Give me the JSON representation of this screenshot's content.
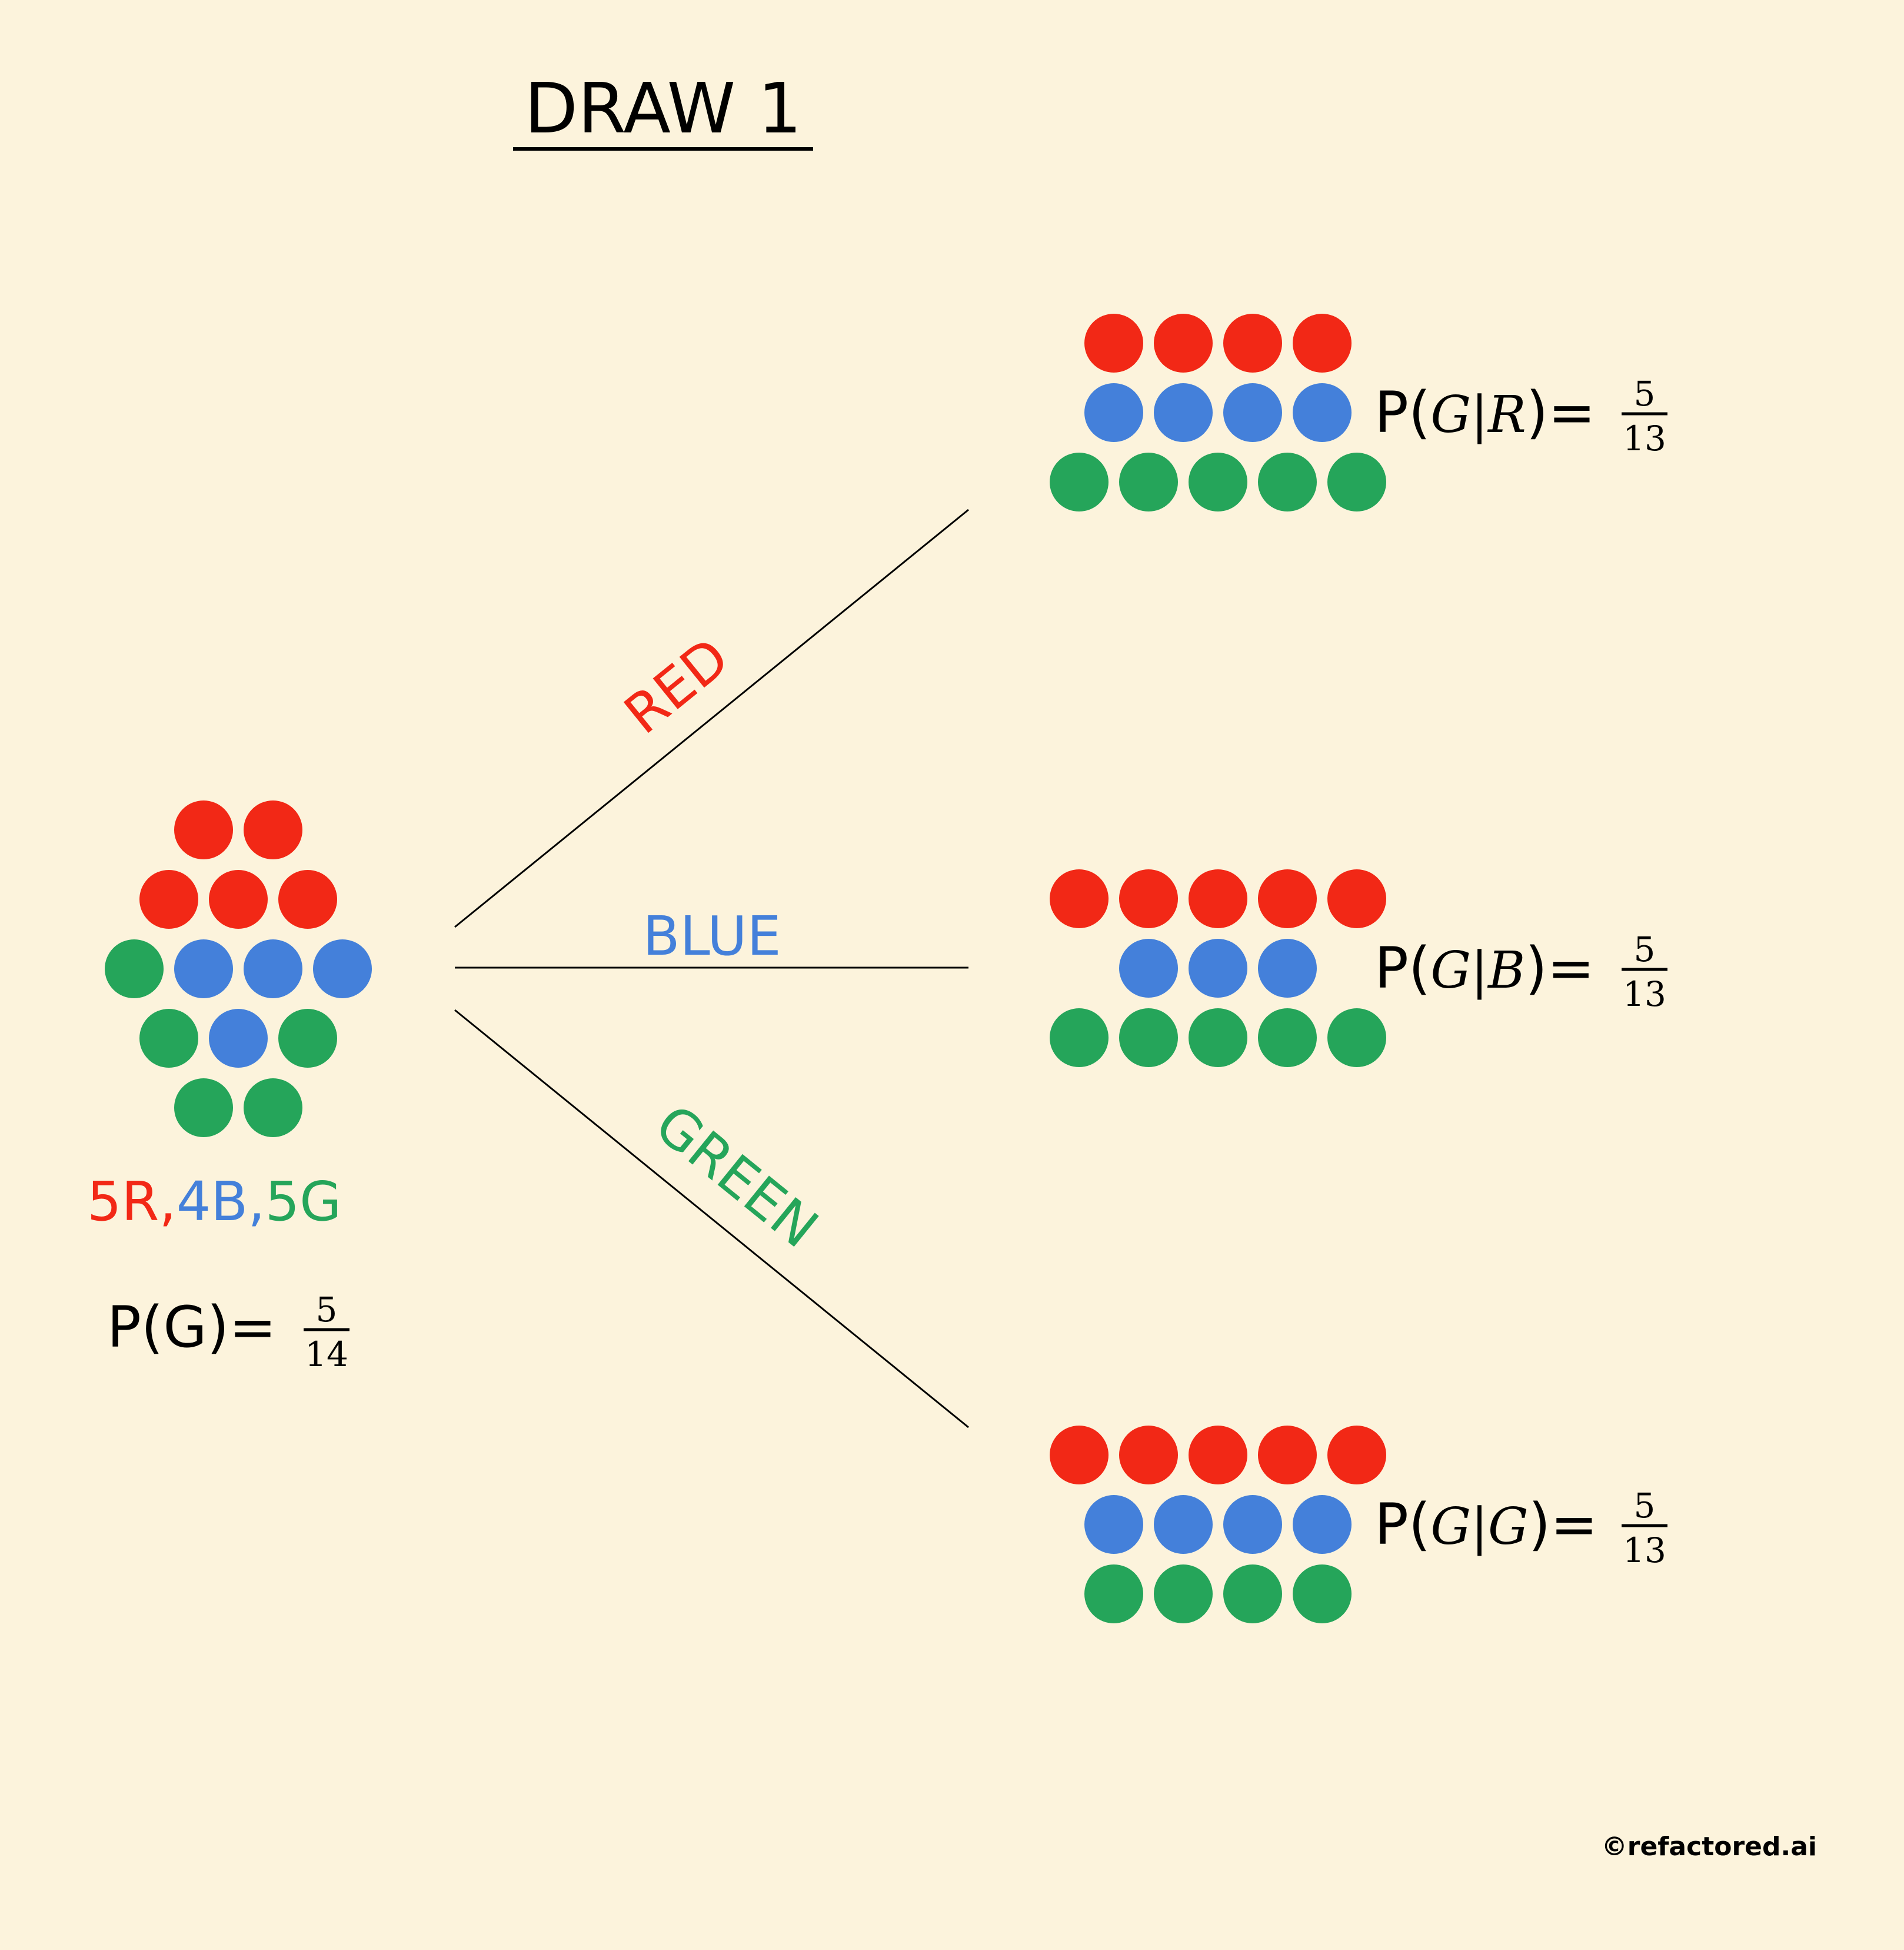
{
  "title": "DRAW 1",
  "colors": {
    "background": "#FCF3DC",
    "red": "#F22816",
    "blue": "#4480DA",
    "green": "#25A55A",
    "ink": "#000000"
  },
  "initial": {
    "counts": [
      {
        "text": "5R,",
        "color": "red"
      },
      {
        "text": "4B,",
        "color": "blue"
      },
      {
        "text": "5G",
        "color": "green"
      }
    ],
    "probability": {
      "prefix": "P(G)=",
      "numerator": "5",
      "denominator": "14"
    },
    "rows": [
      [
        "red",
        "red"
      ],
      [
        "red",
        "red",
        "red"
      ],
      [
        "green",
        "blue",
        "blue",
        "blue"
      ],
      [
        "green",
        "blue",
        "green"
      ],
      [
        "green",
        "green"
      ]
    ]
  },
  "branches": [
    {
      "label": "RED",
      "color": "red",
      "rows": [
        [
          "red",
          "red",
          "red",
          "red"
        ],
        [
          "blue",
          "blue",
          "blue",
          "blue"
        ],
        [
          "green",
          "green",
          "green",
          "green",
          "green"
        ]
      ],
      "probability": {
        "prefix": "P(",
        "given": "G|R",
        "suffix": ")=",
        "numerator": "5",
        "denominator": "13"
      }
    },
    {
      "label": "BLUE",
      "color": "blue",
      "rows": [
        [
          "red",
          "red",
          "red",
          "red",
          "red"
        ],
        [
          "blue",
          "blue",
          "blue"
        ],
        [
          "green",
          "green",
          "green",
          "green",
          "green"
        ]
      ],
      "probability": {
        "prefix": "P(",
        "given": "G|B",
        "suffix": ")=",
        "numerator": "5",
        "denominator": "13"
      }
    },
    {
      "label": "GREEN",
      "color": "green",
      "rows": [
        [
          "red",
          "red",
          "red",
          "red",
          "red"
        ],
        [
          "blue",
          "blue",
          "blue",
          "blue"
        ],
        [
          "green",
          "green",
          "green",
          "green"
        ]
      ],
      "probability": {
        "prefix": "P(",
        "given": "G|G",
        "suffix": ")=",
        "numerator": "5",
        "denominator": "13"
      }
    }
  ],
  "watermark": "©refactored.ai"
}
